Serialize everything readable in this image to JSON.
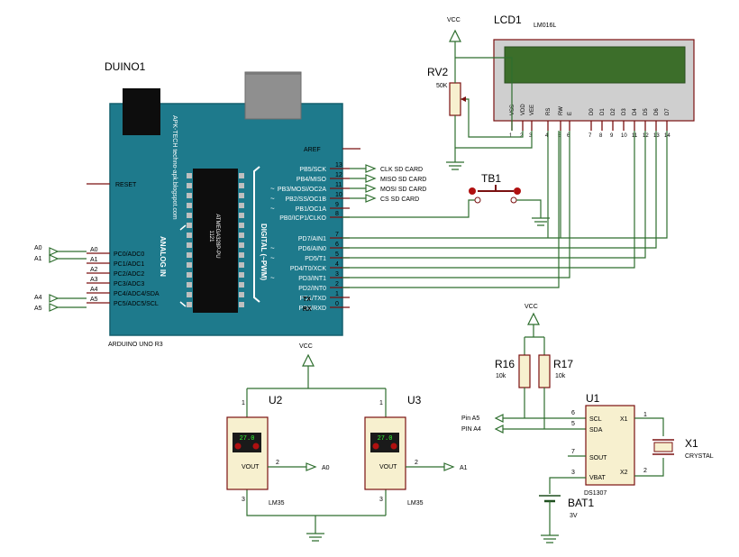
{
  "arduino": {
    "ref": "DUINO1",
    "model": "ARDUINO UNO R3",
    "brand_text": "APK-TECH techno-apk.blogspot.com",
    "chip_text": "ATMEGA328P-PU",
    "chip_code": "1121",
    "analog_header": "ANALOG IN",
    "digital_header": "DIGITAL (~PWM)",
    "reset": "RESET",
    "aref": "AREF",
    "tx": "TX",
    "rx": "RX",
    "left_pins": [
      "PC0/ADC0",
      "PC1/ADC1",
      "PC2/ADC2",
      "PC3/ADC3",
      "PC4/ADC4/SDA",
      "PC5/ADC5/SCL"
    ],
    "left_nums": [
      "A0",
      "A1",
      "A2",
      "A3",
      "A4",
      "A5"
    ],
    "right_pins": [
      "PB5/SCK",
      "PB4/MISO",
      "PB3/MOSI/OC2A",
      "PB2/SS/OC1B",
      "PB1/OC1A",
      "PB0/ICP1/CLKO",
      "PD7/AIN1",
      "PD6/AIN0",
      "PD5/T1",
      "PD4/T0/XCK",
      "PD3/INT1",
      "PD2/INT0",
      "PD1/TXD",
      "PD0/RXD"
    ],
    "right_nums": [
      "13",
      "12",
      "11",
      "10",
      "9",
      "8",
      "7",
      "6",
      "5",
      "4",
      "3",
      "2",
      "1",
      "0"
    ],
    "tilde": "~"
  },
  "left_terminals": [
    "A0",
    "A1",
    "A4",
    "A5"
  ],
  "sd_labels": [
    "CLK SD CARD",
    "MISO SD CARD",
    "MOSI SD CARD",
    "CS SD CARD"
  ],
  "lcd": {
    "ref": "LCD1",
    "model": "LM016L",
    "pin_names": [
      "VSS",
      "VDD",
      "VEE",
      "RS",
      "RW",
      "E",
      "D0",
      "D1",
      "D2",
      "D3",
      "D4",
      "D5",
      "D6",
      "D7"
    ],
    "pin_nums": [
      "1",
      "2",
      "3",
      "4",
      "5",
      "6",
      "7",
      "8",
      "9",
      "10",
      "11",
      "12",
      "13",
      "14"
    ]
  },
  "vcc": "VCC",
  "rv2": {
    "ref": "RV2",
    "value": "50K"
  },
  "tb1": {
    "ref": "TB1"
  },
  "u2": {
    "ref": "U2",
    "model": "LM35",
    "reading": "27.0",
    "vout": "VOUT",
    "pin1": "1",
    "pin2": "2",
    "pin3": "3",
    "out": "A0"
  },
  "u3": {
    "ref": "U3",
    "model": "LM35",
    "reading": "27.0",
    "vout": "VOUT",
    "pin1": "1",
    "pin2": "2",
    "pin3": "3",
    "out": "A1"
  },
  "r16": {
    "ref": "R16",
    "value": "10k"
  },
  "r17": {
    "ref": "R17",
    "value": "10k"
  },
  "rtc": {
    "ref": "U1",
    "model": "DS1307",
    "scl": "SCL",
    "sda": "SDA",
    "x1": "X1",
    "x2": "X2",
    "sout": "SOUT",
    "vbat": "VBAT",
    "p6": "6",
    "p5": "5",
    "p7": "7",
    "p3": "3",
    "p1": "1",
    "p2": "2"
  },
  "pin_a5": "Pin A5",
  "pin_a4": "PIN A4",
  "crystal": {
    "ref": "X1",
    "label": "CRYSTAL"
  },
  "battery": {
    "ref": "BAT1",
    "value": "3V"
  }
}
